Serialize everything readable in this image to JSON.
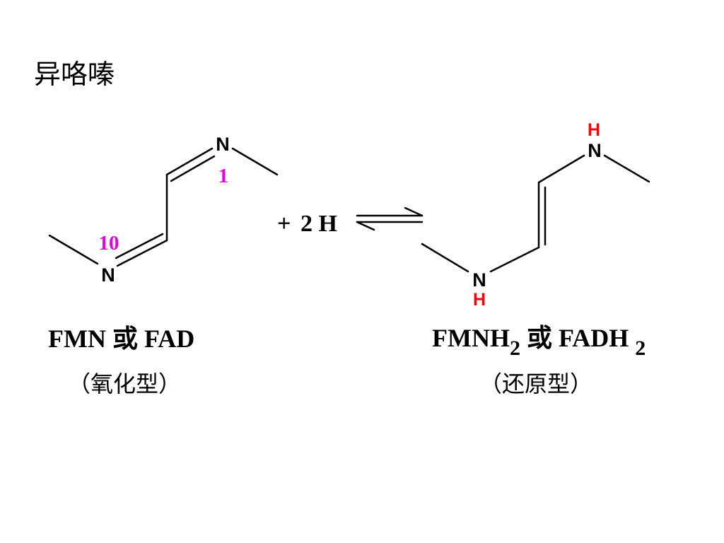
{
  "title": "异咯嗪",
  "colors": {
    "text": "#000000",
    "position_label": "#e000e0",
    "hydrogen": "#ff0000"
  },
  "oxidized": {
    "atom_n_top": "N",
    "atom_n_bottom": "N",
    "position_1": "1",
    "position_10": "10",
    "caption": "FMN 或 FAD",
    "form_label": "（氧化型）"
  },
  "reaction": {
    "plus": "+",
    "reagent": "2 H",
    "arrow": "equilibrium"
  },
  "reduced": {
    "atom_n_top": "N",
    "atom_n_bottom": "N",
    "h_top": "H",
    "h_bottom": "H",
    "caption_main": "FMNH",
    "caption_sub": "2",
    "caption_mid": " 或 FADH ",
    "caption_sub2": "2",
    "form_label": "（还原型）"
  }
}
